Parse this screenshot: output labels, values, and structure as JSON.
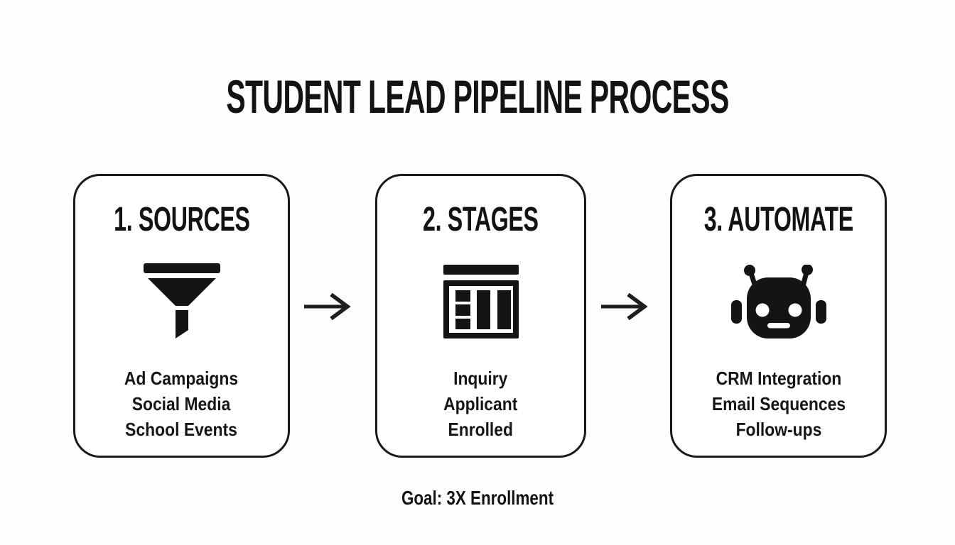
{
  "title": "STUDENT LEAD PIPELINE PROCESS",
  "goal": "Goal: 3X Enrollment",
  "colors": {
    "ink": "#141414",
    "card_border": "#1a1a1a",
    "background": "#fdfdfd"
  },
  "connectors": [
    {
      "icon": "right-arrow-icon"
    },
    {
      "icon": "right-arrow-icon"
    }
  ],
  "steps": [
    {
      "heading": "1. SOURCES",
      "icon": "funnel-icon",
      "items": [
        "Ad Campaigns",
        "Social Media",
        "School Events"
      ]
    },
    {
      "heading": "2. STAGES",
      "icon": "kanban-board-icon",
      "items": [
        "Inquiry",
        "Applicant",
        "Enrolled"
      ]
    },
    {
      "heading": "3. AUTOMATE",
      "icon": "robot-icon",
      "items": [
        "CRM Integration",
        "Email Sequences",
        "Follow-ups"
      ]
    }
  ]
}
